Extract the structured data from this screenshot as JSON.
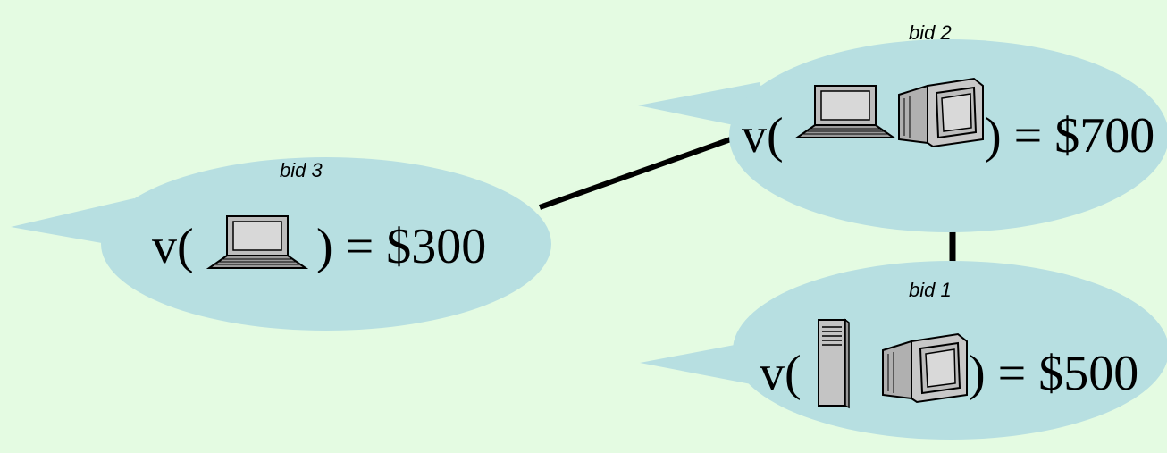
{
  "colors": {
    "background": "#e4fbe2",
    "bubble": "#b7dfe1",
    "edge": "#000000",
    "device_fill": "#c8c8c8"
  },
  "bids": [
    {
      "id": "bid-3",
      "label": "bid 3",
      "open": "v(",
      "close": ") = $300",
      "items": [
        "laptop-icon"
      ]
    },
    {
      "id": "bid-2",
      "label": "bid 2",
      "open": "v(",
      "close": ") = $700",
      "items": [
        "laptop-icon",
        "monitor-icon"
      ]
    },
    {
      "id": "bid-1",
      "label": "bid 1",
      "open": "v(",
      "close": ") = $500",
      "items": [
        "desktop-tower-icon",
        "monitor-icon"
      ]
    }
  ],
  "edges": [
    {
      "from": "bid 3",
      "to": "bid 2"
    },
    {
      "from": "bid 2",
      "to": "bid 1"
    }
  ]
}
